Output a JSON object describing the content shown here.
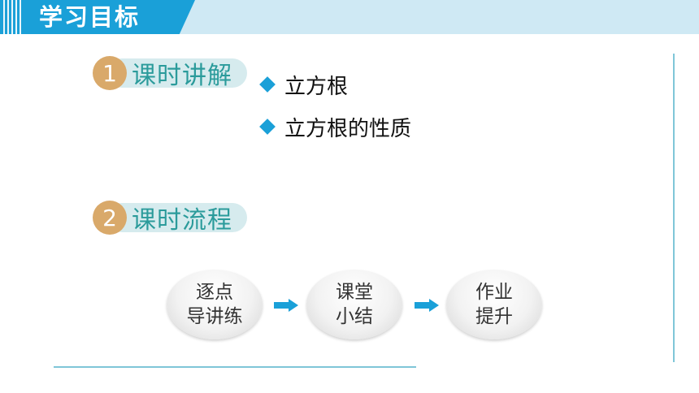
{
  "header": {
    "title": "学习目标"
  },
  "sections": [
    {
      "number": "1",
      "label": "课时讲解"
    },
    {
      "number": "2",
      "label": "课时流程"
    }
  ],
  "topics": [
    "立方根",
    "立方根的性质"
  ],
  "flow": {
    "steps": [
      {
        "line1": "逐点",
        "line2": "导讲练"
      },
      {
        "line1": "课堂",
        "line2": "小结"
      },
      {
        "line1": "作业",
        "line2": "提升"
      }
    ]
  },
  "colors": {
    "accent_blue": "#1aa0d8",
    "header_band": "#cfe9f4",
    "number_circle": "#d9a96a",
    "section_text": "#2b9b9b",
    "pill_bg": "#d6ebee",
    "line": "#7fc6d8"
  },
  "icons": {
    "bullet": "diamond-bullet-icon",
    "flow_arrow": "right-arrow-icon"
  }
}
